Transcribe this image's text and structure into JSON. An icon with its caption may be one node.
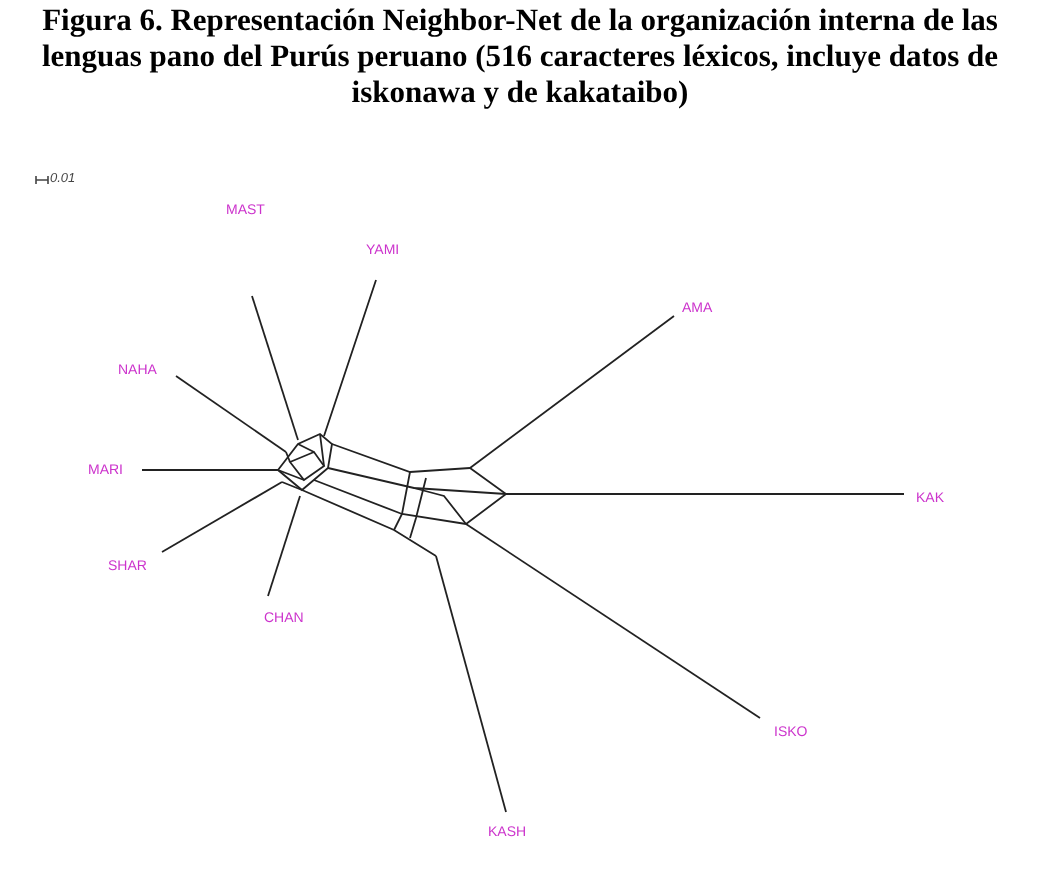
{
  "diagram": {
    "title": "Figura 6. Representación Neighbor-Net de la organización interna de las lenguas pano del Purús peruano (516 caracteres léxicos, incluye datos de iskonawa y de kakataibo)",
    "nodes": [
      {
        "text": [
          "MAST"
        ]
      },
      {
        "text": [
          "YAMI"
        ]
      },
      {
        "text": [
          "AMA"
        ]
      },
      {
        "text": [
          "NAHA"
        ]
      },
      {
        "text": [
          "MARI"
        ]
      },
      {
        "text": [
          "KAK"
        ]
      },
      {
        "text": [
          "SHAR"
        ]
      },
      {
        "text": [
          "CHAN"
        ]
      },
      {
        "text": [
          "ISKO"
        ]
      },
      {
        "text": [
          "KASH"
        ]
      },
      {
        "text": [],
        "shape": "picture"
      }
    ],
    "edges": [
      {
        "from": 0,
        "to": 10,
        "arrow": "none"
      },
      {
        "from": 1,
        "to": 10,
        "arrow": "none"
      },
      {
        "from": 2,
        "to": 10,
        "arrow": "none"
      },
      {
        "from": 3,
        "to": 10,
        "arrow": "none"
      },
      {
        "from": 4,
        "to": 10,
        "arrow": "none"
      },
      {
        "from": 5,
        "to": 10,
        "arrow": "none"
      },
      {
        "from": 6,
        "to": 10,
        "arrow": "none"
      },
      {
        "from": 7,
        "to": 10,
        "arrow": "none"
      },
      {
        "from": 8,
        "to": 10,
        "arrow": "none"
      },
      {
        "from": 9,
        "to": 10,
        "arrow": "none"
      }
    ],
    "labels": [
      "0.01"
    ]
  }
}
